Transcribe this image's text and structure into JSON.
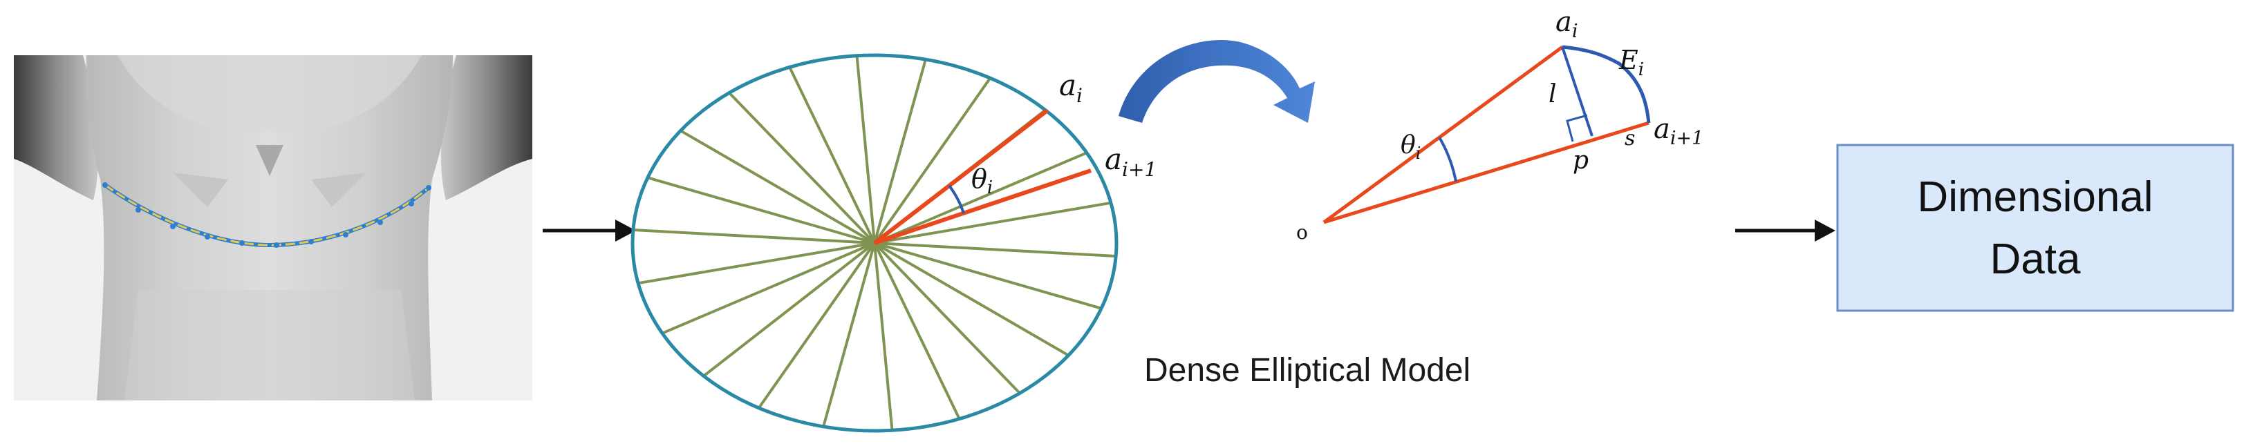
{
  "labels": {
    "a_i": "a",
    "a_i_sub": "i",
    "a_i1": "a",
    "a_i1_sub": "i+1",
    "theta": "θ",
    "theta_sub": "i",
    "E": "E",
    "E_sub": "i",
    "l": "l",
    "p": "p",
    "s": "s",
    "origin": "o"
  },
  "caption": "Dense Elliptical Model",
  "output_box": {
    "line1": "Dimensional",
    "line2": "Data"
  },
  "colors": {
    "ellipse": "#2a8aa5",
    "spokes": "#7e9450",
    "highlight": "#e8481c",
    "angle_arc": "#2d5ab0",
    "curved_arrow": "#3b6fc4",
    "box_fill": "#dae8fc",
    "box_stroke": "#6c8ebf",
    "arrow": "#111111",
    "waist_line": "#e6c84a",
    "waist_points": "#2f7fd0"
  },
  "icons": [
    "torso-scan-image",
    "curved-arrow-icon",
    "right-arrow-icon"
  ]
}
